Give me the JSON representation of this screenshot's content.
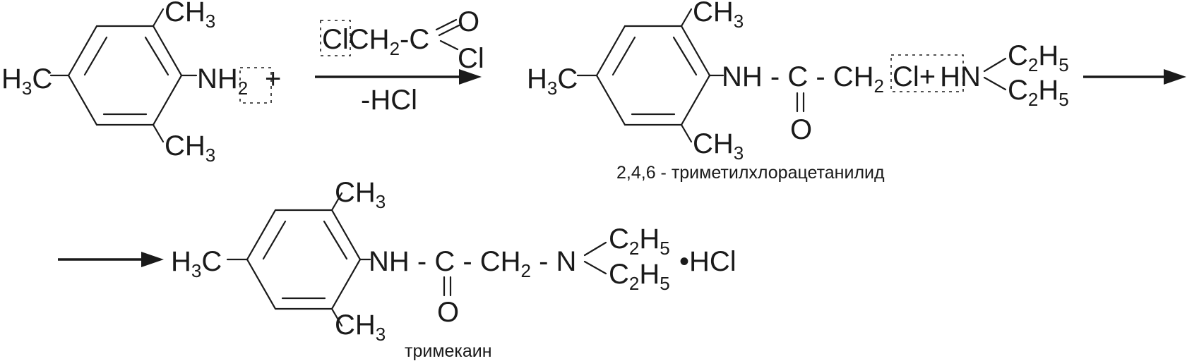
{
  "reactant_amine": {
    "methyl_top": "CH",
    "methyl_top_sub": "3",
    "methyl_bottom": "CH",
    "methyl_bottom_sub": "3",
    "methyl_left_a": "H",
    "methyl_left_sub": "3",
    "methyl_left_b": "C",
    "amine": "NH",
    "amine_sub": "2",
    "plus": "+"
  },
  "reagent_1": {
    "cl": "Cl",
    "ch": "CH",
    "ch_sub": "2",
    "tail": "-C",
    "o": "O",
    "cl2": "Cl",
    "condition": "-HCl"
  },
  "intermediate": {
    "methyl_top": "CH",
    "methyl_top_sub": "3",
    "methyl_bottom": "CH",
    "methyl_bottom_sub": "3",
    "methyl_left_a": "H",
    "methyl_left_sub": "3",
    "methyl_left_b": "C",
    "chain": "NH - C - CH",
    "chain_sub": "2",
    "cl": "Cl",
    "plus": "+",
    "h": "H",
    "n": "N",
    "ethyl_top": "C",
    "ethyl_top_sub1": "2",
    "ethyl_top_h": "H",
    "ethyl_top_sub2": "5",
    "ethyl_bottom": "C",
    "ethyl_bottom_sub1": "2",
    "ethyl_bottom_h": "H",
    "ethyl_bottom_sub2": "5",
    "carbonyl_o": "O",
    "name": "2,4,6 - триметилхлорацетанилид"
  },
  "product": {
    "methyl_top": "CH",
    "methyl_top_sub": "3",
    "methyl_bottom": "CH",
    "methyl_bottom_sub": "3",
    "methyl_left_a": "H",
    "methyl_left_sub": "3",
    "methyl_left_b": "C",
    "chain": "NH - C - CH",
    "chain_sub": "2",
    "chain_tail": " - N",
    "ethyl_top": "C",
    "ethyl_top_sub1": "2",
    "ethyl_top_h": "H",
    "ethyl_top_sub2": "5",
    "ethyl_bottom": "C",
    "ethyl_bottom_sub1": "2",
    "ethyl_bottom_h": "H",
    "ethyl_bottom_sub2": "5",
    "salt": "•HCl",
    "carbonyl_o": "O",
    "name": "тримекаин"
  }
}
